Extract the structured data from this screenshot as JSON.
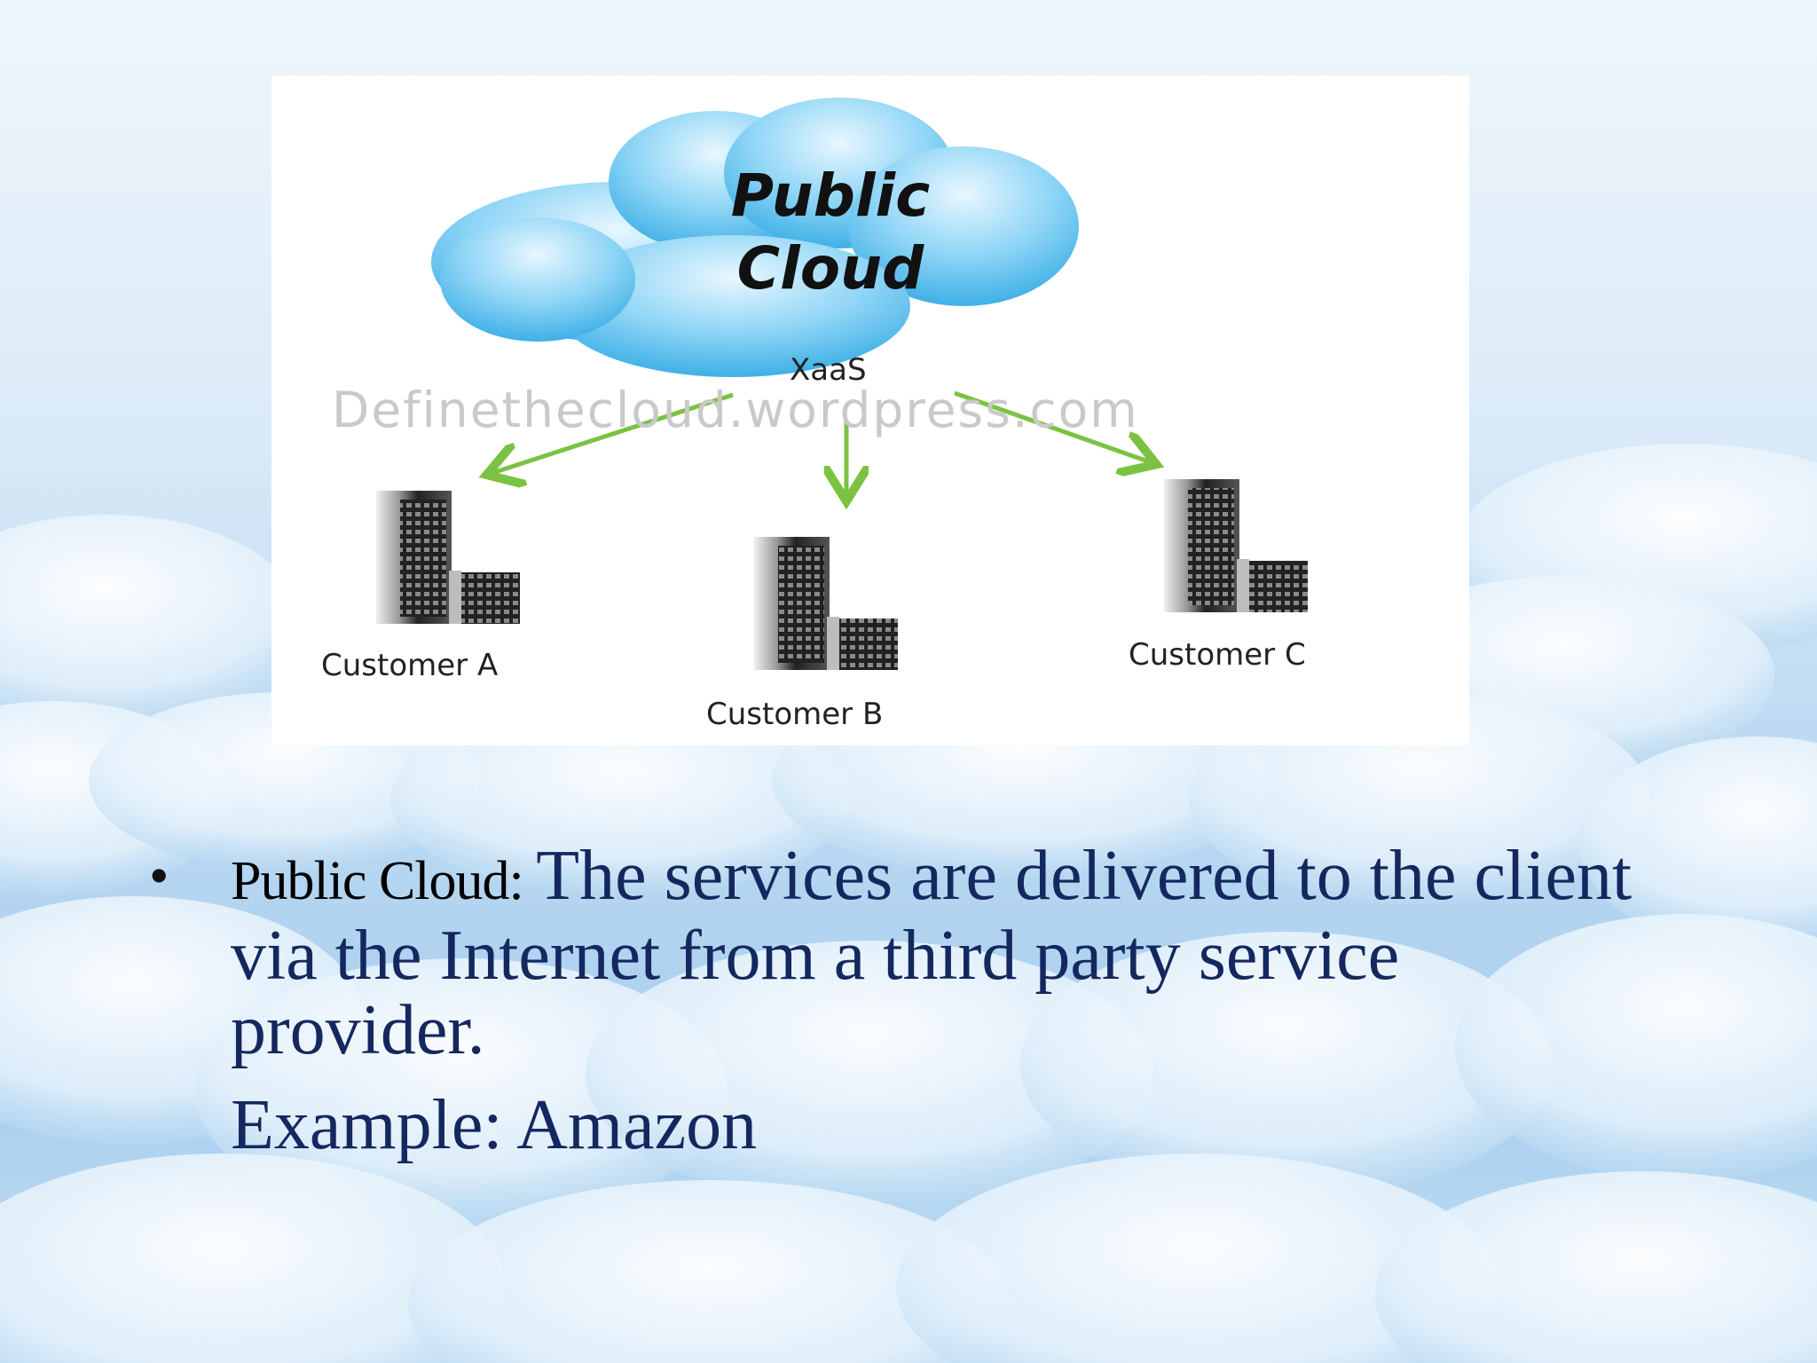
{
  "diagram": {
    "cloud_title_line1": "Public",
    "cloud_title_line2": "Cloud",
    "service_label": "XaaS",
    "watermark": "Definethecloud.wordpress.com",
    "customers": [
      {
        "label": "Customer A"
      },
      {
        "label": "Customer B"
      },
      {
        "label": "Customer C"
      }
    ],
    "colors": {
      "cloud": "#5fc3ef",
      "arrow": "#7cc242",
      "building": "#2a2a2a"
    }
  },
  "content": {
    "bullet_term": "Public Cloud:",
    "bullet_text": "The services are delivered to the client via the Internet from a third party service provider.",
    "example": "Example: Amazon",
    "text_color": "#14285f"
  }
}
